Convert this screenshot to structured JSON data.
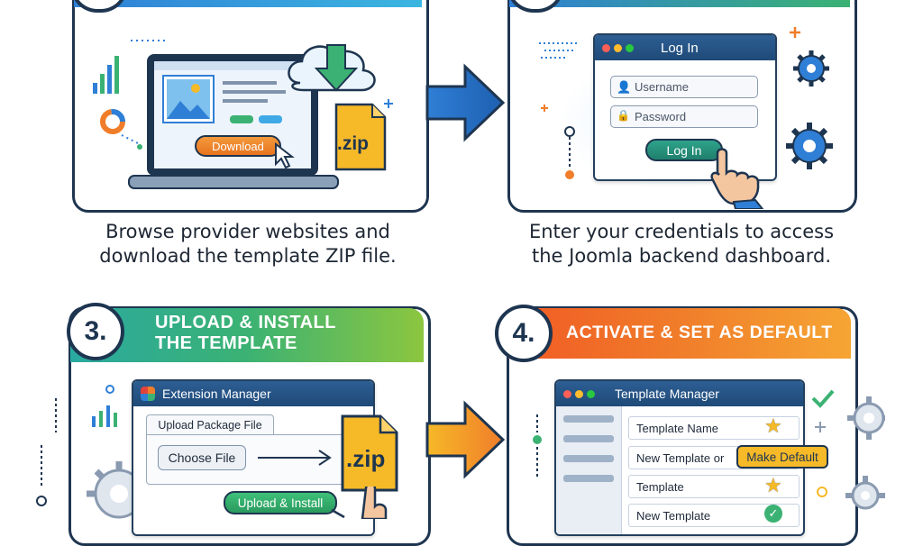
{
  "steps": [
    {
      "caption_line1": "Browse provider websites and",
      "caption_line2": "download the template ZIP file."
    },
    {
      "caption_line1": "Enter your credentials to access",
      "caption_line2": "the Joomla backend dashboard."
    },
    {
      "number": "3.",
      "title_line1": "UPLOAD & INSTALL",
      "title_line2": "THE TEMPLATE"
    },
    {
      "number": "4.",
      "title": "ACTIVATE & SET AS DEFAULT"
    }
  ],
  "step1": {
    "download_label": "Download",
    "zip_label": ".zip"
  },
  "step2": {
    "window_title": "Log In",
    "username_placeholder": "Username",
    "password_placeholder": "Password",
    "login_button": "Log In"
  },
  "step3": {
    "window_title": "Extension Manager",
    "upload_tab": "Upload Package File",
    "choose_file": "Choose File",
    "zip_label": ".zip",
    "install_button": "Upload & Install"
  },
  "step4": {
    "window_title": "Template Manager",
    "rows": [
      "Template Name",
      "New Template or",
      "Template",
      "New Template"
    ],
    "make_default": "Make Default"
  },
  "colors": {
    "navy": "#1e3550",
    "blue": "#2f7fd6",
    "green": "#3bb273",
    "orange": "#f07d2a",
    "yellow": "#f6b928"
  }
}
